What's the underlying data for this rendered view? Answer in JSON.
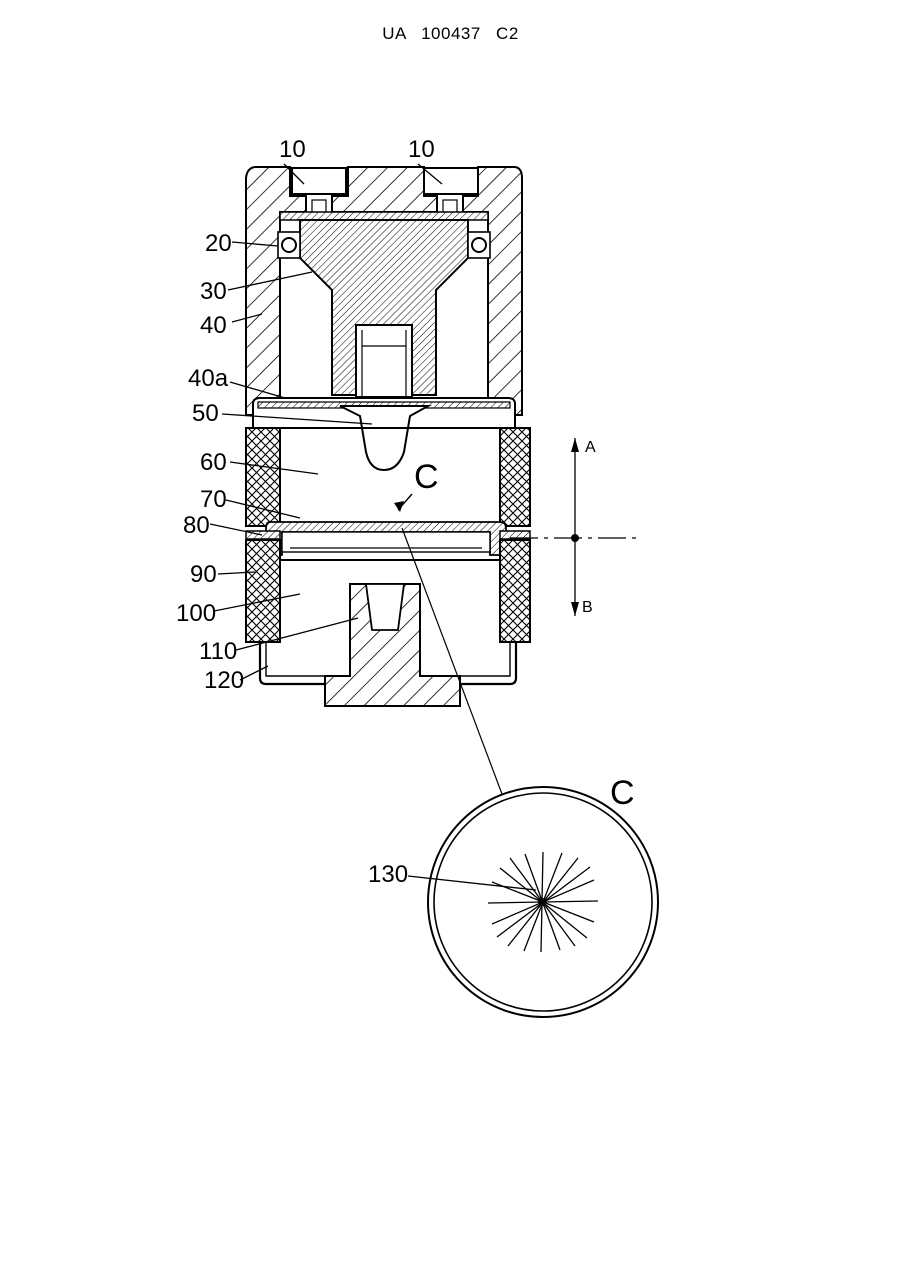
{
  "header": {
    "text": "UA   100437   C2"
  },
  "drawing": {
    "labels": {
      "l10a": "10",
      "l10b": "10",
      "l20": "20",
      "l30": "30",
      "l40": "40",
      "l40a": "40a",
      "l50": "50",
      "l60": "60",
      "l70": "70",
      "l80": "80",
      "l90": "90",
      "l100": "100",
      "l110": "110",
      "l120": "120",
      "l130": "130",
      "c_top": "C",
      "c_detail": "C",
      "dir_a": "A",
      "dir_b": "B"
    }
  }
}
